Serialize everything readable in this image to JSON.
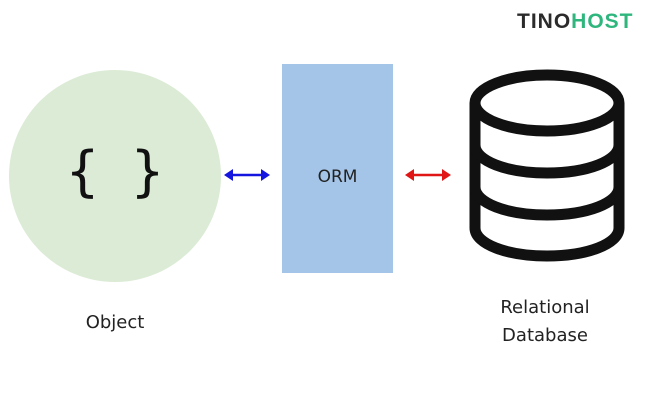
{
  "logo": {
    "part1": "TINO",
    "part2": "HOST"
  },
  "object": {
    "symbol": "{ }",
    "label": "Object"
  },
  "orm": {
    "label": "ORM"
  },
  "database": {
    "label_line1": "Relational",
    "label_line2": "Database",
    "icon": "database-icon"
  },
  "colors": {
    "object_fill": "#dcebd6",
    "orm_fill": "#a4c5e8",
    "left_arrow": "#1515e0",
    "right_arrow": "#e01515",
    "logo_accent": "#2eb67d"
  }
}
